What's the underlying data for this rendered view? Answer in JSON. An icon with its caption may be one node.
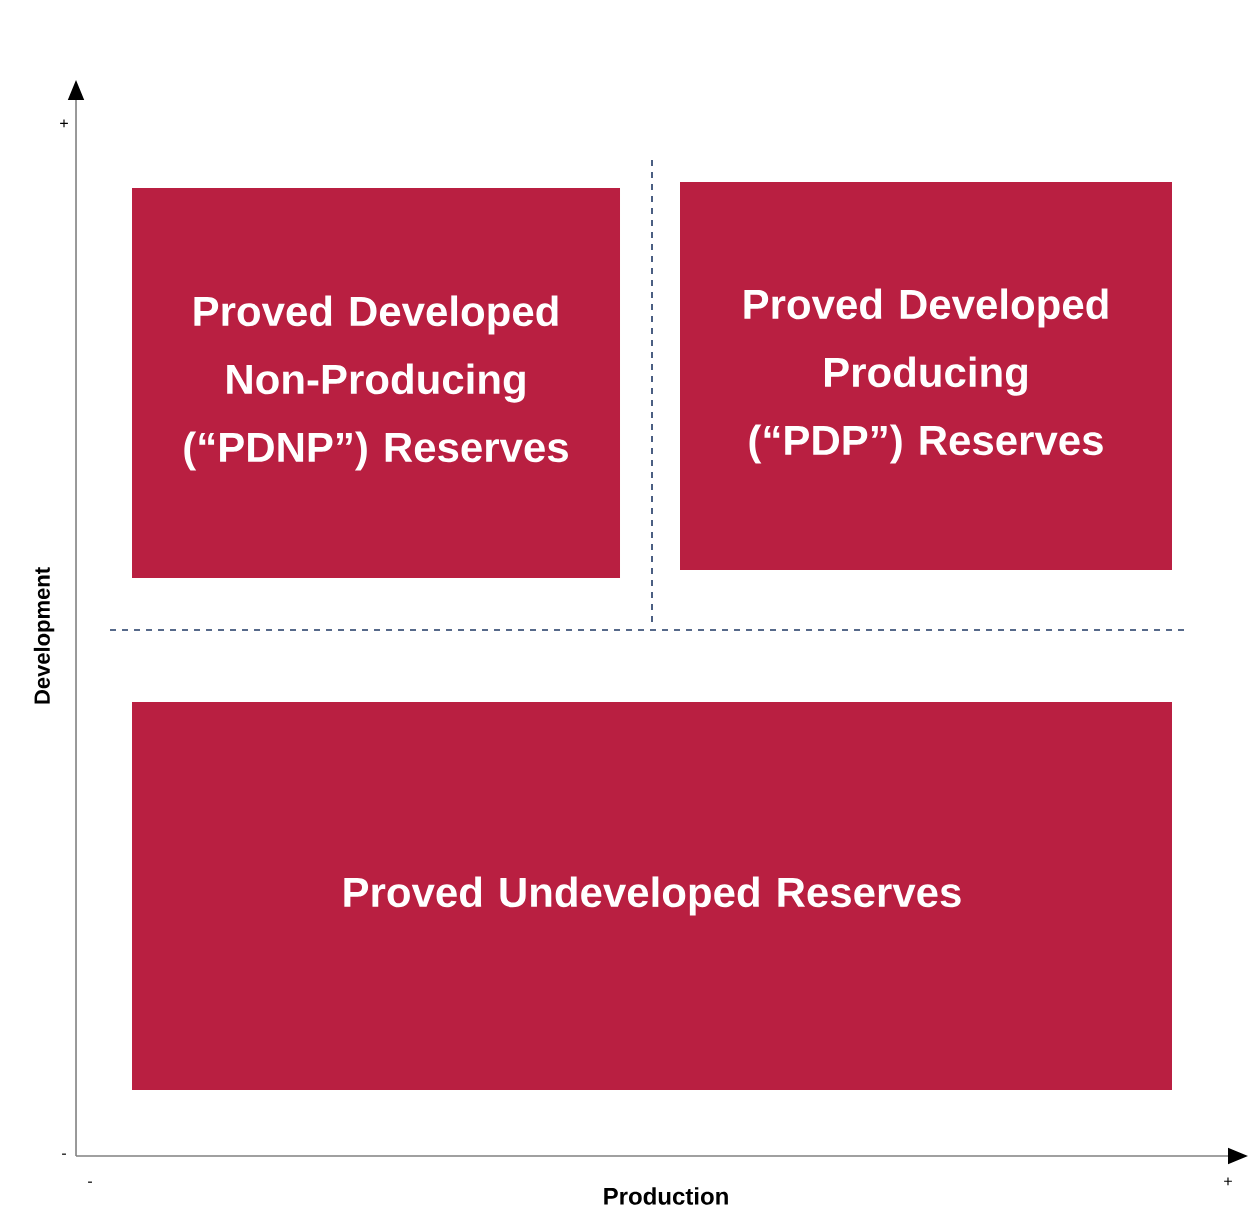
{
  "diagram": {
    "nodes": [
      {
        "text": [
          "Proved Developed Non-Producing (“PDNP”) Reserves"
        ]
      },
      {
        "text": [
          "Proved Developed Producing (“PDP”) Reserves"
        ]
      },
      {
        "text": [
          "Proved Undeveloped Reserves"
        ]
      }
    ],
    "labels": [
      "+",
      "Development",
      "-",
      "-",
      "Production",
      "+"
    ]
  }
}
